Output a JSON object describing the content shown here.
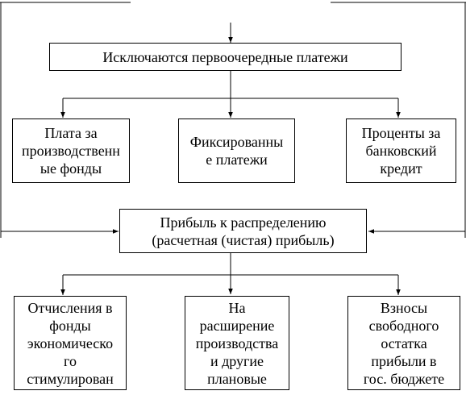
{
  "diagram": {
    "top_box": {
      "lines": [
        "Исключаются первоочередные платежи"
      ]
    },
    "payments": [
      {
        "lines": [
          "Плата за",
          "производственн",
          "ые фонды"
        ]
      },
      {
        "lines": [
          "Фиксированны",
          "е платежи"
        ]
      },
      {
        "lines": [
          "Проценты за",
          "банковский",
          "кредит"
        ]
      }
    ],
    "profit_box": {
      "lines": [
        "Прибыль к распределению",
        "(расчетная (чистая) прибыль)"
      ]
    },
    "allocations": [
      {
        "lines": [
          "Отчисления в",
          "фонды",
          "экономическо",
          "го",
          "стимулирован"
        ]
      },
      {
        "lines": [
          "На",
          "расширение",
          "производства",
          "и другие",
          "плановые"
        ]
      },
      {
        "lines": [
          "Взносы",
          "свободного",
          "остатка",
          "прибыли в",
          "гос. бюджете"
        ]
      }
    ]
  }
}
